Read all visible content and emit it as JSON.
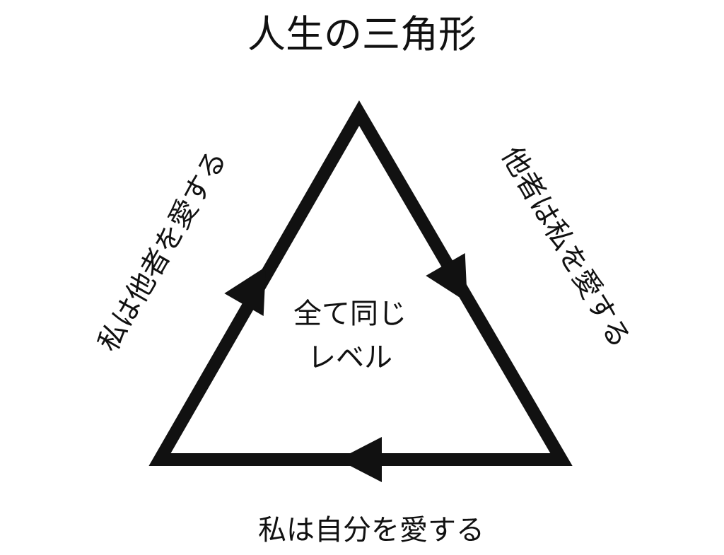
{
  "title": "人生の三角形",
  "center": {
    "line1": "全て同じ",
    "line2": "レベル"
  },
  "sides": {
    "left": "私は他者を愛する",
    "right": "他者は私を愛する",
    "bottom": "私は自分を愛する"
  },
  "colors": {
    "stroke": "#111111",
    "background": "#ffffff"
  }
}
